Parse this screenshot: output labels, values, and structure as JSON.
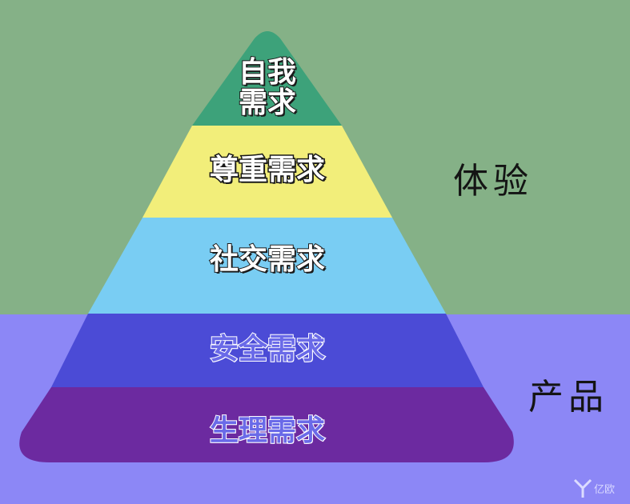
{
  "pyramid": {
    "levels": [
      {
        "label_line1": "自我",
        "label_line2": "需求",
        "color": "#3da27a"
      },
      {
        "label": "尊重需求",
        "color": "#f2ee7a"
      },
      {
        "label": "社交需求",
        "color": "#79cdf3"
      },
      {
        "label": "安全需求",
        "color": "#4b4bd6"
      },
      {
        "label": "生理需求",
        "color": "#6c2aa0"
      }
    ]
  },
  "side_labels": {
    "experience": "体验",
    "product": "产品"
  },
  "colors": {
    "background_top": "#85b187",
    "background_bottom": "#8c87f6"
  },
  "watermark": {
    "text": "亿欧"
  }
}
